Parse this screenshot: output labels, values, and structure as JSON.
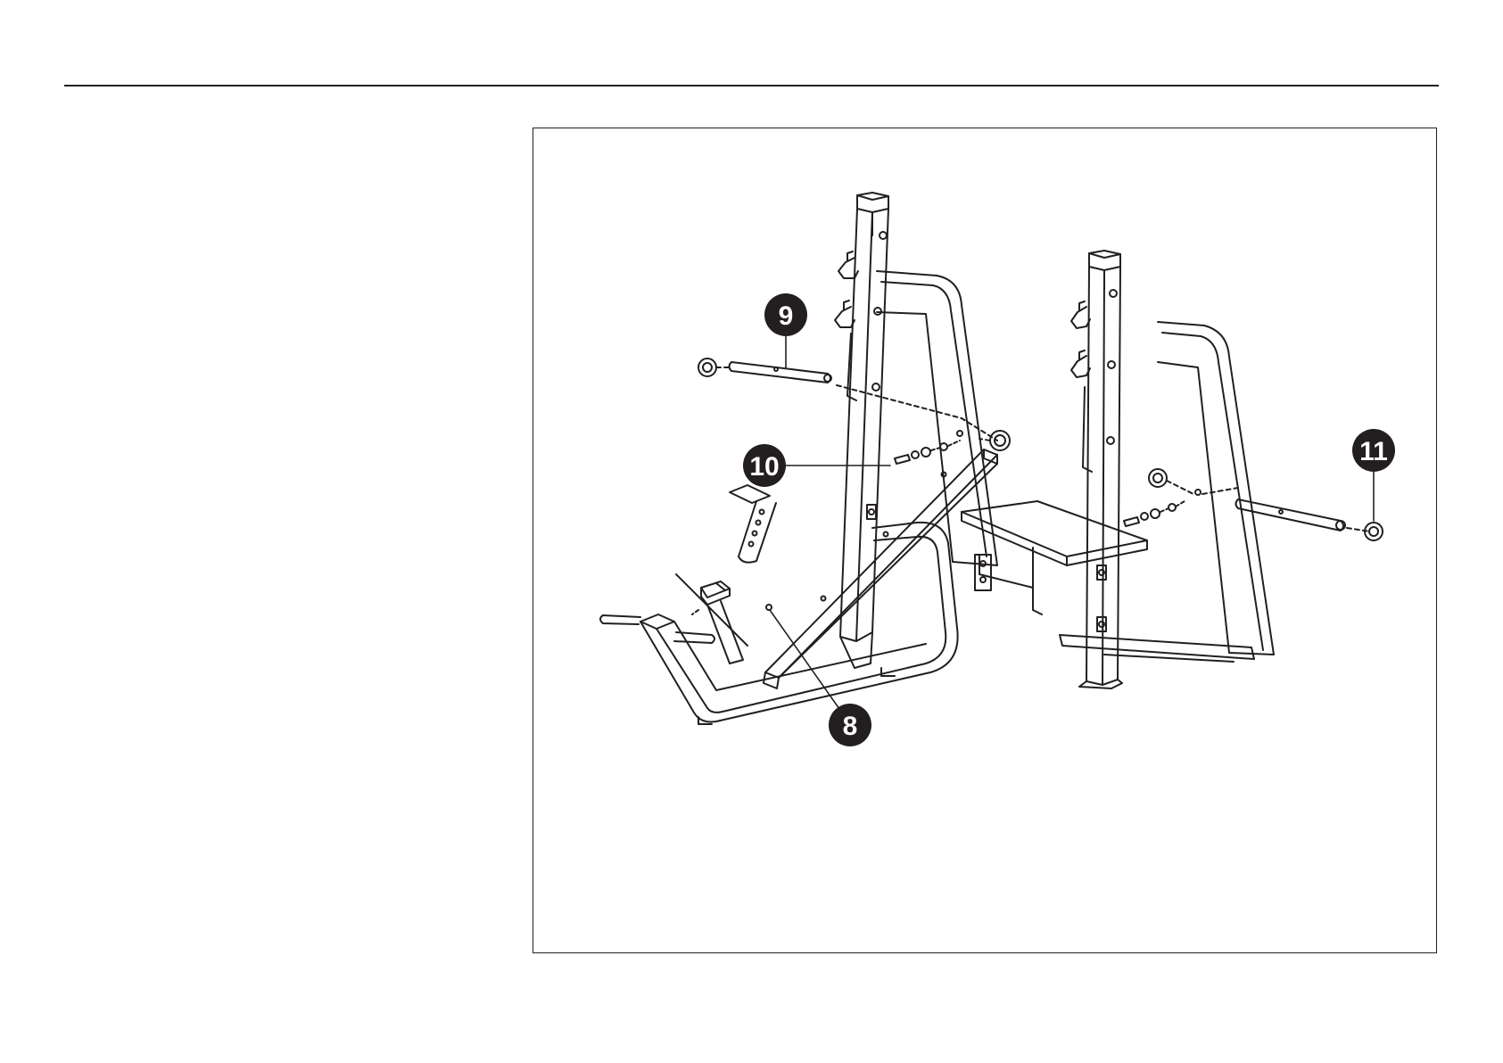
{
  "colors": {
    "ink": "#231f20",
    "paper": "#ffffff"
  },
  "callouts": [
    {
      "id": "8",
      "label": "8"
    },
    {
      "id": "9",
      "label": "9"
    },
    {
      "id": "10",
      "label": "10"
    },
    {
      "id": "11",
      "label": "11"
    }
  ]
}
